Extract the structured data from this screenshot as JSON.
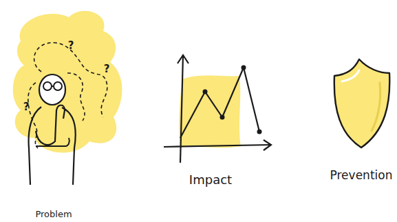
{
  "diagram": {
    "labels": [
      "?",
      "?",
      "?",
      "Problem",
      "Impact",
      "Prevention"
    ]
  }
}
